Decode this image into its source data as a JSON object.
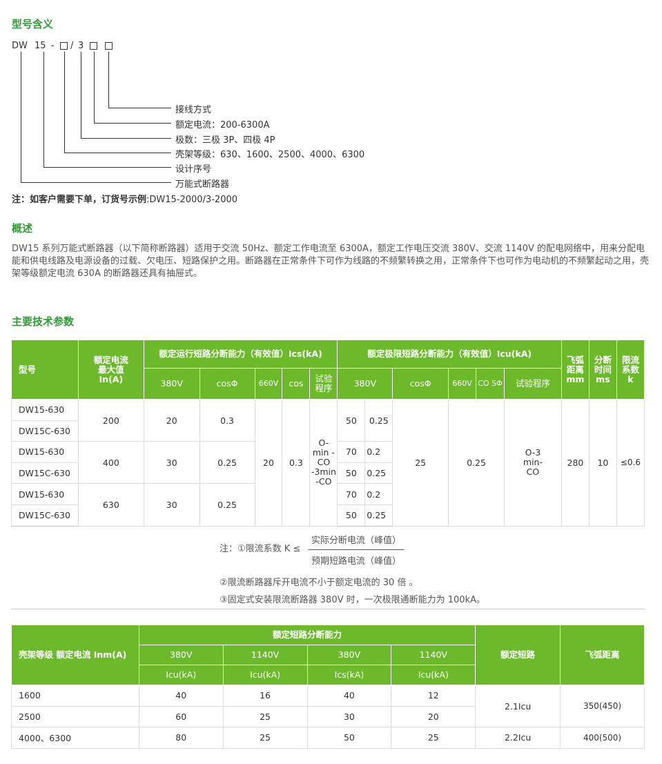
{
  "model_section": {
    "title": "型号含义",
    "code": {
      "prefix": "DW",
      "number": "15",
      "dash": "-",
      "slash": "/",
      "poles": "3"
    },
    "labels": [
      "接线方式",
      "额定电流：200-6300A",
      "极数：三极 3P、四极 4P",
      "壳架等级：630、1600、2500、4000、6300",
      "设计序号",
      "万能式断路器"
    ],
    "note_prefix": "注：如客户需要下单，订货号示例",
    "note_value": ":DW15-2000/3-2000"
  },
  "overview": {
    "title": "概述",
    "text": "DW15 系列万能式断路器（以下简称断路器）适用于交流 50Hz、额定工作电流至 6300A，额定工作电压交流 380V、交流 1140V 的配电网络中，用来分配电能和供电线路及电源设备的过载、欠电压、短路保护之用。断路器在正常条件下可作为线路的不频繁转换之用，正常条件下也可作为电动机的不频繁起动之用，壳架等级额定电流 630A 的断路器还具有抽屉式。"
  },
  "params": {
    "title": "主要技术参数",
    "table1": {
      "h_model": "型号",
      "h_rated": "额定电流 最大值 In(A)",
      "h_ics": "额定运行短路分断能力（有效值）Ics(kA)",
      "h_icu": "额定极限短路分断能力（有效值）Icu(kA)",
      "h_arc": "飞弧 距离 mm",
      "h_time": "分断 时间 ms",
      "h_k": "限流 系数 k",
      "sub": {
        "v380a": "380V",
        "cosa": "cosΦ",
        "v660a": "660V",
        "cos2": "cos",
        "testa": "试验 程序",
        "v380b": "380V",
        "cosb": "cosΦ",
        "v660b": "660V",
        "cos3": "CO SΦ",
        "testb": "试验程序"
      },
      "rows": [
        "DW15-630",
        "DW15C-630",
        "DW15-630",
        "DW15C-630",
        "DW15-630",
        "DW15C-630"
      ],
      "rated": [
        "200",
        "400",
        "630"
      ],
      "ics380": [
        "20",
        "30",
        "30"
      ],
      "ics_cos": [
        "0.3",
        "0.25",
        "0.25"
      ],
      "ics660": "20",
      "ics660_cos": "0.3",
      "ics_test": "O- min -CO -3min -CO",
      "icu380_1": "50",
      "icu380_1_cos": "0.25",
      "icu380_rows": [
        [
          "70",
          "0.2"
        ],
        [
          "50",
          "0.25"
        ],
        [
          "70",
          "0.2"
        ],
        [
          "50",
          "0.25"
        ]
      ],
      "icu_cos": "25",
      "icu660": "0.25",
      "icu_test": "O-3 min- CO",
      "arc": "280",
      "time": "10",
      "k": "≤0.6"
    },
    "notes": {
      "n1_prefix": "注：①限流系数 K ≤",
      "n1_num": "实际分断电流（峰值）",
      "n1_den": "预期短路电流（峰值）",
      "n2": "②限流断路器斥开电流不小于额定电流的 30 倍 。",
      "n3": "③固定式安装限流断路器 380V 时，一次极限通断能力为 100kA。"
    },
    "table2": {
      "h_frame": "壳架等级 额定电流 Inm(A)",
      "h_breaking": "额定短路分断能力",
      "h_rated_short": "额定短路",
      "h_arc": "飞弧距离",
      "v": [
        "380V",
        "1140V",
        "380V",
        "1140V"
      ],
      "units": [
        "Icu(kA)",
        "Icu(kA)",
        "Ics(kA)",
        "Icu(kA)"
      ],
      "rows": [
        {
          "frame": "1600",
          "v1": "40",
          "v2": "16",
          "v3": "40",
          "v4": "12"
        },
        {
          "frame": "2500",
          "v1": "60",
          "v2": "25",
          "v3": "30",
          "v4": "20"
        },
        {
          "frame": "4000、6300",
          "v1": "80",
          "v2": "25",
          "v3": "50",
          "v4": "25"
        }
      ],
      "short_a": "2.1Icu",
      "short_b": "2.2Icu",
      "arc_a": "350(450)",
      "arc_b": "400(500)"
    }
  }
}
